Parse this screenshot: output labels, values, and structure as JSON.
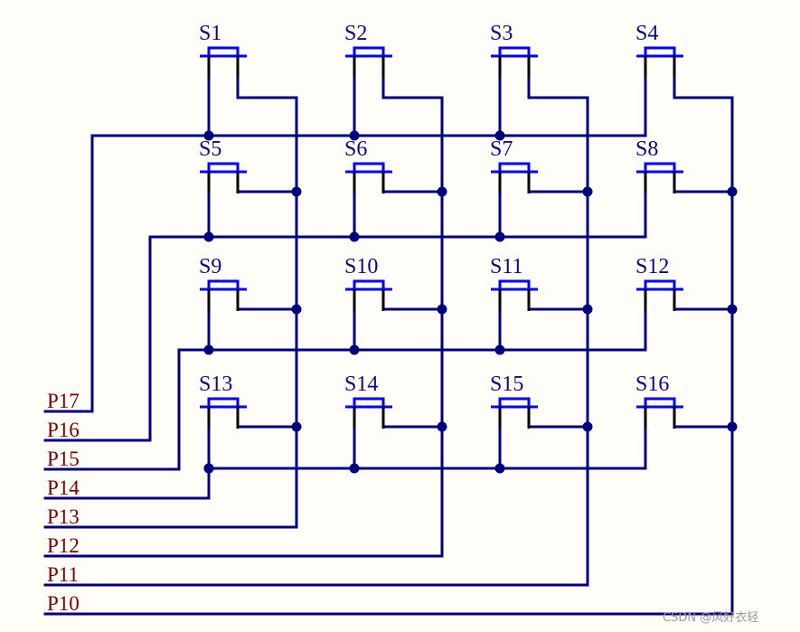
{
  "colors": {
    "wire": "#00007f",
    "switch_body": "#0000ff",
    "switch_lead": "#000000",
    "switch_label": "#0a0a80",
    "port_label": "#7a0000",
    "background": "#fffdf8"
  },
  "switches": [
    [
      "S1",
      "S2",
      "S3",
      "S4"
    ],
    [
      "S5",
      "S6",
      "S7",
      "S8"
    ],
    [
      "S9",
      "S10",
      "S11",
      "S12"
    ],
    [
      "S13",
      "S14",
      "S15",
      "S16"
    ]
  ],
  "ports": {
    "rows": [
      "P17",
      "P16",
      "P15",
      "P14"
    ],
    "cols": [
      "P13",
      "P12",
      "P11",
      "P10"
    ]
  },
  "watermark": "CSDN @风好衣轻"
}
